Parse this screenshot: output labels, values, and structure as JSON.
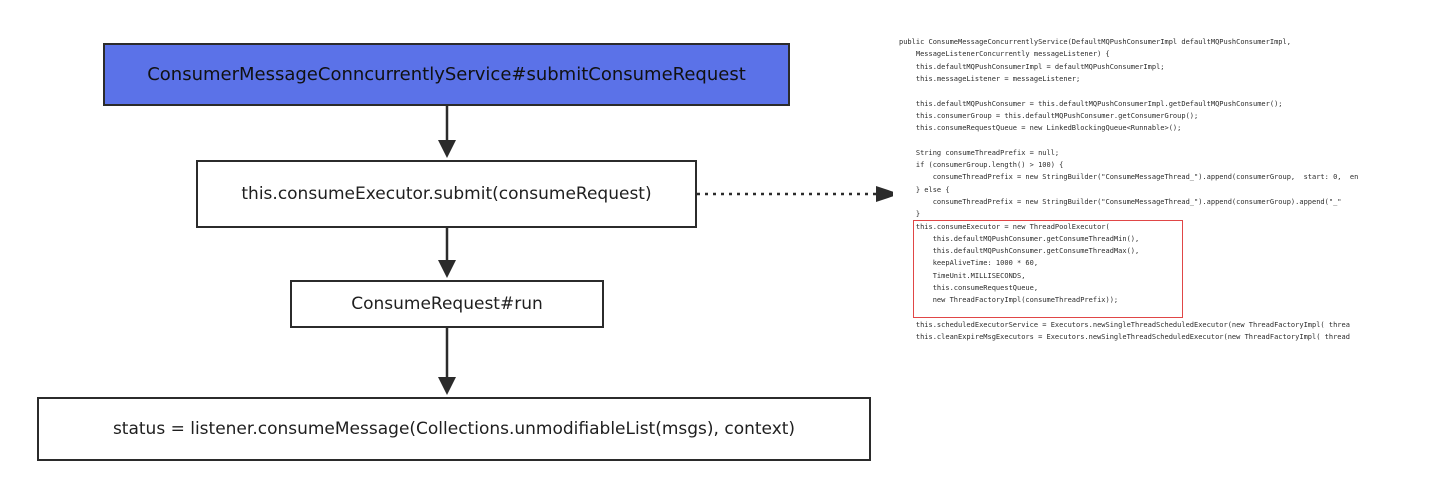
{
  "diagram": {
    "nodes": [
      {
        "id": "b1",
        "label": "ConsumerMessageConncurrentlyService#submitConsumeRequest",
        "fill": "#5b72e8"
      },
      {
        "id": "b2",
        "label": "this.consumeExecutor.submit(consumeRequest)"
      },
      {
        "id": "b3",
        "label": "ConsumeRequest#run"
      },
      {
        "id": "b4",
        "label": "status = listener.consumeMessage(Collections.unmodifiableList(msgs), context)"
      }
    ],
    "edges": [
      {
        "from": "b1",
        "to": "b2",
        "style": "solid"
      },
      {
        "from": "b2",
        "to": "b3",
        "style": "solid"
      },
      {
        "from": "b3",
        "to": "b4",
        "style": "solid"
      },
      {
        "from": "b2",
        "to": "code-snippet",
        "style": "dotted"
      }
    ],
    "highlight_color": "#e04646"
  },
  "code_snippet": {
    "lines": [
      "public ConsumeMessageConcurrentlyService(DefaultMQPushConsumerImpl defaultMQPushConsumerImpl,",
      "    MessageListenerConcurrently messageListener) {",
      "    this.defaultMQPushConsumerImpl = defaultMQPushConsumerImpl;",
      "    this.messageListener = messageListener;",
      "",
      "    this.defaultMQPushConsumer = this.defaultMQPushConsumerImpl.getDefaultMQPushConsumer();",
      "    this.consumerGroup = this.defaultMQPushConsumer.getConsumerGroup();",
      "    this.consumeRequestQueue = new LinkedBlockingQueue<Runnable>();",
      "",
      "    String consumeThreadPrefix = null;",
      "    if (consumerGroup.length() > 100) {",
      "        consumeThreadPrefix = new StringBuilder(\"ConsumeMessageThread_\").append(consumerGroup,  start: 0,  en",
      "    } else {",
      "        consumeThreadPrefix = new StringBuilder(\"ConsumeMessageThread_\").append(consumerGroup).append(\"_\"",
      "    }",
      "    this.consumeExecutor = new ThreadPoolExecutor(",
      "        this.defaultMQPushConsumer.getConsumeThreadMin(),",
      "        this.defaultMQPushConsumer.getConsumeThreadMax(),",
      "        keepAliveTime: 1000 * 60,",
      "        TimeUnit.MILLISECONDS,",
      "        this.consumeRequestQueue,",
      "        new ThreadFactoryImpl(consumeThreadPrefix));",
      "",
      "    this.scheduledExecutorService = Executors.newSingleThreadScheduledExecutor(new ThreadFactoryImpl( threa",
      "    this.cleanExpireMsgExecutors = Executors.newSingleThreadScheduledExecutor(new ThreadFactoryImpl( thread"
    ]
  }
}
